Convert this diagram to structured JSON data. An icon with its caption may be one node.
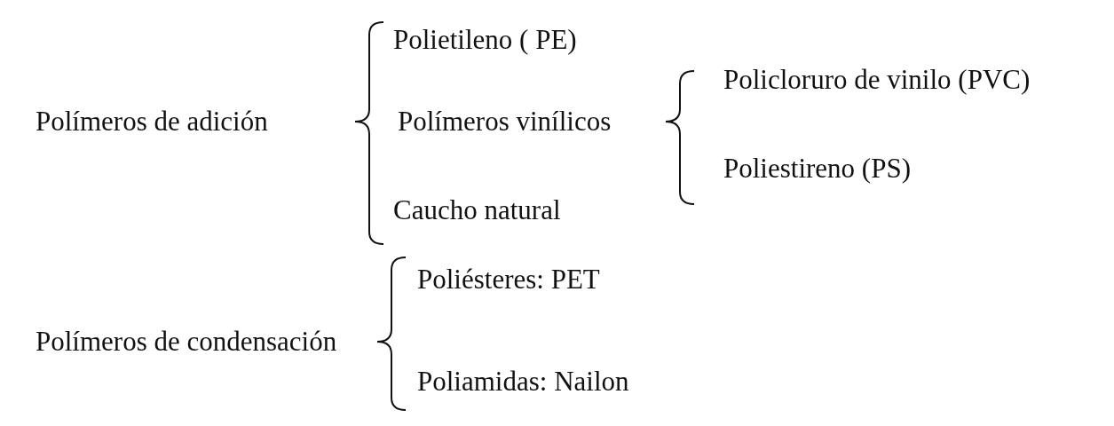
{
  "diagram": {
    "labels": [
      "Polímeros de adición",
      "Polietileno ( PE)",
      "Polímeros vinílicos",
      "Policloruro de vinilo (PVC)",
      "Poliestireno (PS)",
      "Caucho natural",
      "Polímeros de condensación",
      "Poliésteres: PET",
      "Poliamidas: Nailon"
    ]
  }
}
